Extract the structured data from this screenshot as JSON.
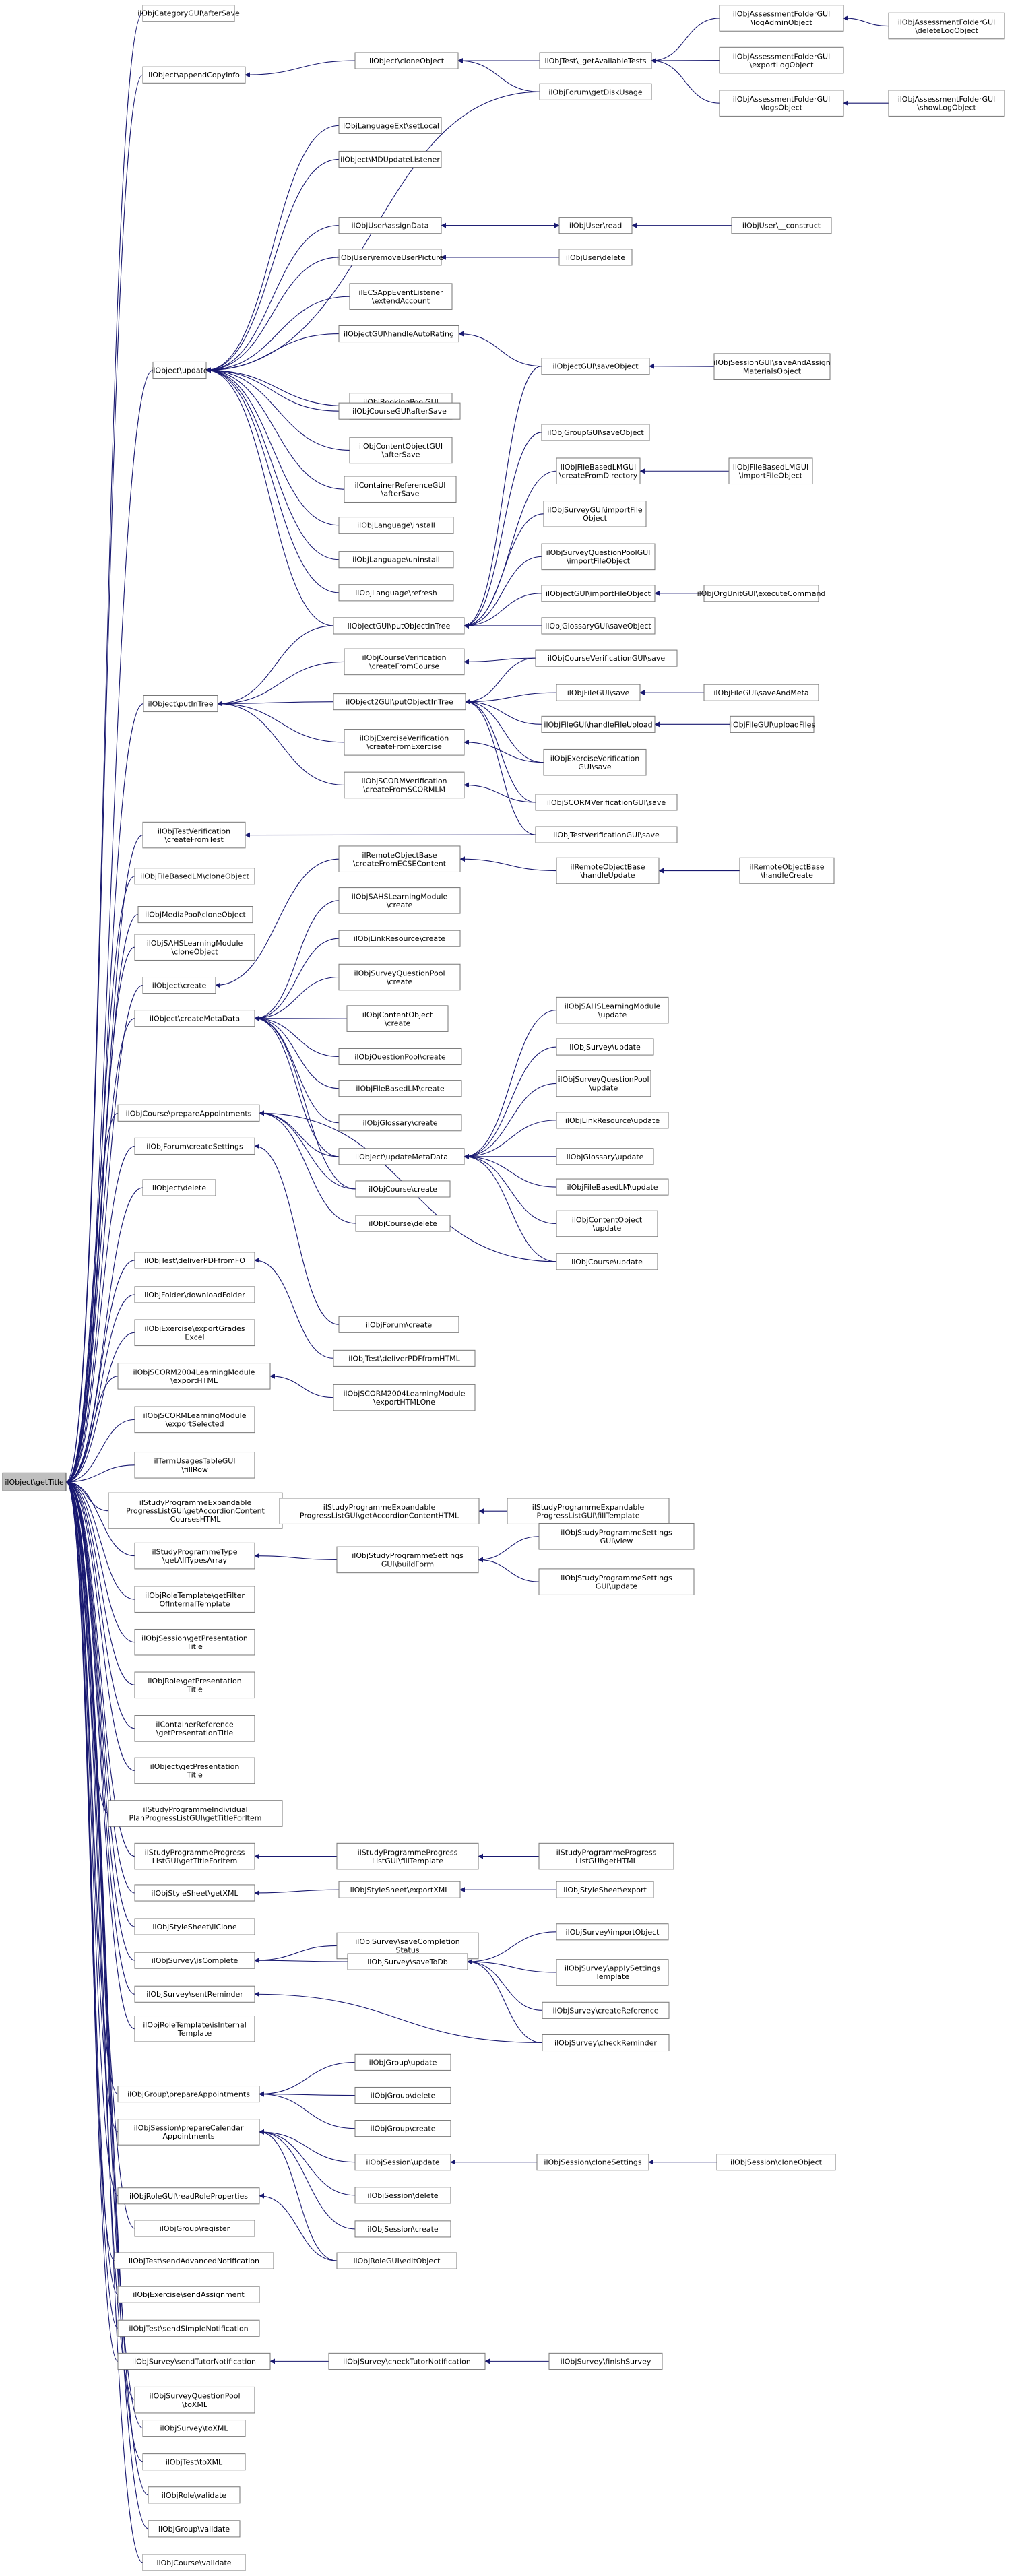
{
  "diagram": {
    "type": "call-graph",
    "direction": "right-to-left",
    "root": "n0",
    "colors": {
      "edge": "#191970",
      "node_border": "#777777",
      "root_fill": "#bfbfbf",
      "node_fill": "#ffffff"
    },
    "nodes": {
      "n0": {
        "label": "ilObject\\getTitle"
      },
      "n1": {
        "label": "ilObjCategoryGUI\\afterSave"
      },
      "n2": {
        "label": "ilObject\\appendCopyInfo"
      },
      "n3": {
        "label": "ilObject\\cloneObject"
      },
      "n4": {
        "label": "ilObjTest\\_getAvailableTests"
      },
      "n5": {
        "label": "ilObjAssessmentFolderGUI\n\\logAdminObject"
      },
      "n6": {
        "label": "ilObjAssessmentFolderGUI\n\\deleteLogObject"
      },
      "n7": {
        "label": "ilObjAssessmentFolderGUI\n\\exportLogObject"
      },
      "n8": {
        "label": "ilObjAssessmentFolderGUI\n\\logsObject"
      },
      "n9": {
        "label": "ilObjAssessmentFolderGUI\n\\showLogObject"
      },
      "n10": {
        "label": "ilObjForum\\getDiskUsage"
      },
      "n11": {
        "label": "ilObjLanguageExt\\setLocal"
      },
      "n12": {
        "label": "ilObject\\MDUpdateListener"
      },
      "n13": {
        "label": "ilObjUser\\assignData"
      },
      "n14": {
        "label": "ilObjUser\\read"
      },
      "n15": {
        "label": "ilObjUser\\__construct"
      },
      "n16": {
        "label": "ilObjUser\\removeUserPicture"
      },
      "n17": {
        "label": "ilObjUser\\delete"
      },
      "n18": {
        "label": "ilECSAppEventListener\n\\extendAccount"
      },
      "n19": {
        "label": "ilObjectGUI\\handleAutoRating"
      },
      "n20": {
        "label": "ilObjectGUI\\saveObject"
      },
      "n21": {
        "label": "ilObjSessionGUI\\saveAndAssign\nMaterialsObject"
      },
      "n22": {
        "label": "ilObject\\update"
      },
      "n23": {
        "label": "ilObjBookingPoolGUI\n\\afterSave"
      },
      "n24": {
        "label": "ilObjCourseGUI\\afterSave"
      },
      "n25": {
        "label": "ilObjGroupGUI\\saveObject"
      },
      "n26": {
        "label": "ilObjContentObjectGUI\n\\afterSave"
      },
      "n27": {
        "label": "ilObjFileBasedLMGUI\n\\createFromDirectory"
      },
      "n28": {
        "label": "ilObjFileBasedLMGUI\n\\importFileObject"
      },
      "n29": {
        "label": "ilContainerReferenceGUI\n\\afterSave"
      },
      "n30": {
        "label": "ilObjSurveyGUI\\importFile\nObject"
      },
      "n31": {
        "label": "ilObjLanguage\\install"
      },
      "n32": {
        "label": "ilObjSurveyQuestionPoolGUI\n\\importFileObject"
      },
      "n33": {
        "label": "ilObjLanguage\\uninstall"
      },
      "n34": {
        "label": "ilObjectGUI\\importFileObject"
      },
      "n35": {
        "label": "ilObjOrgUnitGUI\\executeCommand"
      },
      "n36": {
        "label": "ilObjLanguage\\refresh"
      },
      "n37": {
        "label": "ilObjGlossaryGUI\\saveObject"
      },
      "n38": {
        "label": "ilObjectGUI\\putObjectInTree"
      },
      "n39": {
        "label": "ilObjCourseVerification\n\\createFromCourse"
      },
      "n40": {
        "label": "ilObjCourseVerificationGUI\\save"
      },
      "n41": {
        "label": "ilObject\\putInTree"
      },
      "n42": {
        "label": "ilObject2GUI\\putObjectInTree"
      },
      "n43": {
        "label": "ilObjFileGUI\\save"
      },
      "n44": {
        "label": "ilObjFileGUI\\saveAndMeta"
      },
      "n45": {
        "label": "ilObjFileGUI\\handleFileUpload"
      },
      "n46": {
        "label": "ilObjFileGUI\\uploadFiles"
      },
      "n47": {
        "label": "ilObjExerciseVerification\n\\createFromExercise"
      },
      "n48": {
        "label": "ilObjExerciseVerification\nGUI\\save"
      },
      "n49": {
        "label": "ilObjSCORMVerification\n\\createFromSCORMLM"
      },
      "n50": {
        "label": "ilObjSCORMVerificationGUI\\save"
      },
      "n51": {
        "label": "ilObjTestVerification\n\\createFromTest"
      },
      "n52": {
        "label": "ilObjTestVerificationGUI\\save"
      },
      "n53": {
        "label": "ilRemoteObjectBase\n\\createFromECSEContent"
      },
      "n54": {
        "label": "ilRemoteObjectBase\n\\handleUpdate"
      },
      "n55": {
        "label": "ilRemoteObjectBase\n\\handleCreate"
      },
      "n56": {
        "label": "ilObjFileBasedLM\\cloneObject"
      },
      "n57": {
        "label": "ilObjSAHSLearningModule\n\\create"
      },
      "n58": {
        "label": "ilObjMediaPool\\cloneObject"
      },
      "n59": {
        "label": "ilObjLinkResource\\create"
      },
      "n60": {
        "label": "ilObjSAHSLearningModule\n\\cloneObject"
      },
      "n61": {
        "label": "ilObjSurveyQuestionPool\n\\create"
      },
      "n62": {
        "label": "ilObject\\create"
      },
      "n63": {
        "label": "ilObjContentObject\n\\create"
      },
      "n64": {
        "label": "ilObject\\createMetaData"
      },
      "n65": {
        "label": "ilObjSAHSLearningModule\n\\update"
      },
      "n66": {
        "label": "ilObjQuestionPool\\create"
      },
      "n67": {
        "label": "ilObjSurvey\\update"
      },
      "n68": {
        "label": "ilObjFileBasedLM\\create"
      },
      "n69": {
        "label": "ilObjCourse\\prepareAppointments"
      },
      "n70": {
        "label": "ilObjSurveyQuestionPool\n\\update"
      },
      "n71": {
        "label": "ilObjGlossary\\create"
      },
      "n72": {
        "label": "ilObjForum\\createSettings"
      },
      "n73": {
        "label": "ilObjLinkResource\\update"
      },
      "n74": {
        "label": "ilObject\\updateMetaData"
      },
      "n75": {
        "label": "ilObjGlossary\\update"
      },
      "n76": {
        "label": "ilObject\\delete"
      },
      "n77": {
        "label": "ilObjCourse\\create"
      },
      "n78": {
        "label": "ilObjFileBasedLM\\update"
      },
      "n79": {
        "label": "ilObjCourse\\delete"
      },
      "n80": {
        "label": "ilObjContentObject\n\\update"
      },
      "n81": {
        "label": "ilObjTest\\deliverPDFfromFO"
      },
      "n82": {
        "label": "ilObjCourse\\update"
      },
      "n83": {
        "label": "ilObjFolder\\downloadFolder"
      },
      "n84": {
        "label": "ilObjForum\\create"
      },
      "n85": {
        "label": "ilObjExercise\\exportGrades\nExcel"
      },
      "n86": {
        "label": "ilObjTest\\deliverPDFfromHTML"
      },
      "n87": {
        "label": "ilObjSCORM2004LearningModule\n\\exportHTML"
      },
      "n88": {
        "label": "ilObjSCORM2004LearningModule\n\\exportHTMLOne"
      },
      "n89": {
        "label": "ilObjSCORMLearningModule\n\\exportSelected"
      },
      "n90": {
        "label": "ilTermUsagesTableGUI\n\\fillRow"
      },
      "n91": {
        "label": "ilStudyProgrammeExpandable\nProgressListGUI\\getAccordionContent\nCoursesHTML"
      },
      "n92": {
        "label": "ilStudyProgrammeExpandable\nProgressListGUI\\getAccordionContentHTML"
      },
      "n93": {
        "label": "ilStudyProgrammeExpandable\nProgressListGUI\\fillTemplate"
      },
      "n94": {
        "label": "ilStudyProgrammeType\n\\getAllTypesArray"
      },
      "n95": {
        "label": "ilObjStudyProgrammeSettings\nGUI\\buildForm"
      },
      "n96": {
        "label": "ilObjStudyProgrammeSettings\nGUI\\view"
      },
      "n97": {
        "label": "ilObjRoleTemplate\\getFilter\nOfInternalTemplate"
      },
      "n98": {
        "label": "ilObjStudyProgrammeSettings\nGUI\\update"
      },
      "n99": {
        "label": "ilObjSession\\getPresentation\nTitle"
      },
      "n100": {
        "label": "ilObjRole\\getPresentation\nTitle"
      },
      "n101": {
        "label": "ilContainerReference\n\\getPresentationTitle"
      },
      "n102": {
        "label": "ilObject\\getPresentation\nTitle"
      },
      "n103": {
        "label": "ilStudyProgrammeIndividual\nPlanProgressListGUI\\getTitleForItem"
      },
      "n104": {
        "label": "ilStudyProgrammeProgress\nListGUI\\getTitleForItem"
      },
      "n105": {
        "label": "ilStudyProgrammeProgress\nListGUI\\fillTemplate"
      },
      "n106": {
        "label": "ilStudyProgrammeProgress\nListGUI\\getHTML"
      },
      "n107": {
        "label": "ilObjStyleSheet\\getXML"
      },
      "n108": {
        "label": "ilObjStyleSheet\\exportXML"
      },
      "n109": {
        "label": "ilObjStyleSheet\\export"
      },
      "n110": {
        "label": "ilObjStyleSheet\\ilClone"
      },
      "n111": {
        "label": "ilObjSurvey\\saveCompletion\nStatus"
      },
      "n112": {
        "label": "ilObjSurvey\\importObject"
      },
      "n113": {
        "label": "ilObjSurvey\\isComplete"
      },
      "n114": {
        "label": "ilObjSurvey\\saveToDb"
      },
      "n115": {
        "label": "ilObjSurvey\\applySettings\nTemplate"
      },
      "n116": {
        "label": "ilObjSurvey\\sentReminder"
      },
      "n117": {
        "label": "ilObjSurvey\\createReference"
      },
      "n118": {
        "label": "ilObjSurvey\\checkReminder"
      },
      "n119": {
        "label": "ilObjRoleTemplate\\isInternal\nTemplate"
      },
      "n120": {
        "label": "ilObjGroup\\update"
      },
      "n121": {
        "label": "ilObjGroup\\prepareAppointments"
      },
      "n122": {
        "label": "ilObjGroup\\delete"
      },
      "n123": {
        "label": "ilObjGroup\\create"
      },
      "n124": {
        "label": "ilObjSession\\prepareCalendar\nAppointments"
      },
      "n125": {
        "label": "ilObjSession\\update"
      },
      "n126": {
        "label": "ilObjSession\\cloneSettings"
      },
      "n127": {
        "label": "ilObjSession\\cloneObject"
      },
      "n128": {
        "label": "ilObjRoleGUI\\readRoleProperties"
      },
      "n129": {
        "label": "ilObjSession\\delete"
      },
      "n130": {
        "label": "ilObjGroup\\register"
      },
      "n131": {
        "label": "ilObjSession\\create"
      },
      "n132": {
        "label": "ilObjRoleGUI\\editObject"
      },
      "n133": {
        "label": "ilObjTest\\sendAdvancedNotification"
      },
      "n134": {
        "label": "ilObjExercise\\sendAssignment"
      },
      "n135": {
        "label": "ilObjTest\\sendSimpleNotification"
      },
      "n136": {
        "label": "ilObjSurvey\\sendTutorNotification"
      },
      "n137": {
        "label": "ilObjSurvey\\checkTutorNotification"
      },
      "n138": {
        "label": "ilObjSurvey\\finishSurvey"
      },
      "n139": {
        "label": "ilObjSurveyQuestionPool\n\\toXML"
      },
      "n140": {
        "label": "ilObjSurvey\\toXML"
      },
      "n141": {
        "label": "ilObjTest\\toXML"
      },
      "n142": {
        "label": "ilObjRole\\validate"
      },
      "n143": {
        "label": "ilObjGroup\\validate"
      },
      "n144": {
        "label": "ilObjCourse\\validate"
      }
    },
    "edges": [
      [
        "n1",
        "n0"
      ],
      [
        "n2",
        "n0"
      ],
      [
        "n22",
        "n0"
      ],
      [
        "n41",
        "n0"
      ],
      [
        "n51",
        "n0"
      ],
      [
        "n56",
        "n0"
      ],
      [
        "n58",
        "n0"
      ],
      [
        "n60",
        "n0"
      ],
      [
        "n62",
        "n0"
      ],
      [
        "n64",
        "n0"
      ],
      [
        "n69",
        "n0"
      ],
      [
        "n72",
        "n0"
      ],
      [
        "n76",
        "n0"
      ],
      [
        "n81",
        "n0"
      ],
      [
        "n83",
        "n0"
      ],
      [
        "n85",
        "n0"
      ],
      [
        "n87",
        "n0"
      ],
      [
        "n89",
        "n0"
      ],
      [
        "n90",
        "n0"
      ],
      [
        "n91",
        "n0"
      ],
      [
        "n94",
        "n0"
      ],
      [
        "n97",
        "n0"
      ],
      [
        "n99",
        "n0"
      ],
      [
        "n100",
        "n0"
      ],
      [
        "n101",
        "n0"
      ],
      [
        "n102",
        "n0"
      ],
      [
        "n103",
        "n0"
      ],
      [
        "n104",
        "n0"
      ],
      [
        "n107",
        "n0"
      ],
      [
        "n110",
        "n0"
      ],
      [
        "n113",
        "n0"
      ],
      [
        "n116",
        "n0"
      ],
      [
        "n119",
        "n0"
      ],
      [
        "n121",
        "n0"
      ],
      [
        "n124",
        "n0"
      ],
      [
        "n128",
        "n0"
      ],
      [
        "n130",
        "n0"
      ],
      [
        "n133",
        "n0"
      ],
      [
        "n134",
        "n0"
      ],
      [
        "n135",
        "n0"
      ],
      [
        "n136",
        "n0"
      ],
      [
        "n139",
        "n0"
      ],
      [
        "n140",
        "n0"
      ],
      [
        "n141",
        "n0"
      ],
      [
        "n142",
        "n0"
      ],
      [
        "n143",
        "n0"
      ],
      [
        "n144",
        "n0"
      ],
      [
        "n3",
        "n2"
      ],
      [
        "n4",
        "n3"
      ],
      [
        "n10",
        "n3"
      ],
      [
        "n5",
        "n4"
      ],
      [
        "n7",
        "n4"
      ],
      [
        "n8",
        "n4"
      ],
      [
        "n6",
        "n5"
      ],
      [
        "n9",
        "n8"
      ],
      [
        "n10",
        "n22"
      ],
      [
        "n11",
        "n22"
      ],
      [
        "n12",
        "n22"
      ],
      [
        "n13",
        "n22"
      ],
      [
        "n16",
        "n22"
      ],
      [
        "n18",
        "n22"
      ],
      [
        "n19",
        "n22"
      ],
      [
        "n23",
        "n22"
      ],
      [
        "n24",
        "n22"
      ],
      [
        "n26",
        "n22"
      ],
      [
        "n29",
        "n22"
      ],
      [
        "n31",
        "n22"
      ],
      [
        "n33",
        "n22"
      ],
      [
        "n36",
        "n22"
      ],
      [
        "n38",
        "n22"
      ],
      [
        "n14",
        "n13"
      ],
      [
        "n13",
        "n14"
      ],
      [
        "n15",
        "n14"
      ],
      [
        "n17",
        "n16"
      ],
      [
        "n20",
        "n19"
      ],
      [
        "n21",
        "n20"
      ],
      [
        "n20",
        "n38"
      ],
      [
        "n25",
        "n38"
      ],
      [
        "n27",
        "n38"
      ],
      [
        "n30",
        "n38"
      ],
      [
        "n32",
        "n38"
      ],
      [
        "n34",
        "n38"
      ],
      [
        "n37",
        "n38"
      ],
      [
        "n28",
        "n27"
      ],
      [
        "n35",
        "n34"
      ],
      [
        "n38",
        "n41"
      ],
      [
        "n39",
        "n41"
      ],
      [
        "n42",
        "n41"
      ],
      [
        "n47",
        "n41"
      ],
      [
        "n49",
        "n41"
      ],
      [
        "n40",
        "n39"
      ],
      [
        "n40",
        "n42"
      ],
      [
        "n43",
        "n42"
      ],
      [
        "n45",
        "n42"
      ],
      [
        "n48",
        "n42"
      ],
      [
        "n50",
        "n42"
      ],
      [
        "n52",
        "n42"
      ],
      [
        "n44",
        "n43"
      ],
      [
        "n46",
        "n45"
      ],
      [
        "n48",
        "n47"
      ],
      [
        "n50",
        "n49"
      ],
      [
        "n52",
        "n51"
      ],
      [
        "n53",
        "n62"
      ],
      [
        "n54",
        "n53"
      ],
      [
        "n55",
        "n54"
      ],
      [
        "n57",
        "n64"
      ],
      [
        "n59",
        "n64"
      ],
      [
        "n61",
        "n64"
      ],
      [
        "n63",
        "n64"
      ],
      [
        "n66",
        "n64"
      ],
      [
        "n68",
        "n64"
      ],
      [
        "n71",
        "n64"
      ],
      [
        "n74",
        "n64"
      ],
      [
        "n77",
        "n64"
      ],
      [
        "n65",
        "n74"
      ],
      [
        "n67",
        "n74"
      ],
      [
        "n70",
        "n74"
      ],
      [
        "n73",
        "n74"
      ],
      [
        "n75",
        "n74"
      ],
      [
        "n78",
        "n74"
      ],
      [
        "n80",
        "n74"
      ],
      [
        "n82",
        "n74"
      ],
      [
        "n74",
        "n69"
      ],
      [
        "n77",
        "n69"
      ],
      [
        "n79",
        "n69"
      ],
      [
        "n82",
        "n69"
      ],
      [
        "n84",
        "n72"
      ],
      [
        "n86",
        "n81"
      ],
      [
        "n88",
        "n87"
      ],
      [
        "n92",
        "n91"
      ],
      [
        "n93",
        "n92"
      ],
      [
        "n95",
        "n94"
      ],
      [
        "n96",
        "n95"
      ],
      [
        "n98",
        "n95"
      ],
      [
        "n105",
        "n104"
      ],
      [
        "n106",
        "n105"
      ],
      [
        "n108",
        "n107"
      ],
      [
        "n109",
        "n108"
      ],
      [
        "n111",
        "n113"
      ],
      [
        "n114",
        "n113"
      ],
      [
        "n112",
        "n114"
      ],
      [
        "n115",
        "n114"
      ],
      [
        "n117",
        "n114"
      ],
      [
        "n118",
        "n114"
      ],
      [
        "n118",
        "n116"
      ],
      [
        "n120",
        "n121"
      ],
      [
        "n122",
        "n121"
      ],
      [
        "n123",
        "n121"
      ],
      [
        "n125",
        "n124"
      ],
      [
        "n129",
        "n124"
      ],
      [
        "n131",
        "n124"
      ],
      [
        "n132",
        "n124"
      ],
      [
        "n126",
        "n125"
      ],
      [
        "n127",
        "n126"
      ],
      [
        "n132",
        "n128"
      ],
      [
        "n137",
        "n136"
      ],
      [
        "n138",
        "n137"
      ]
    ]
  }
}
